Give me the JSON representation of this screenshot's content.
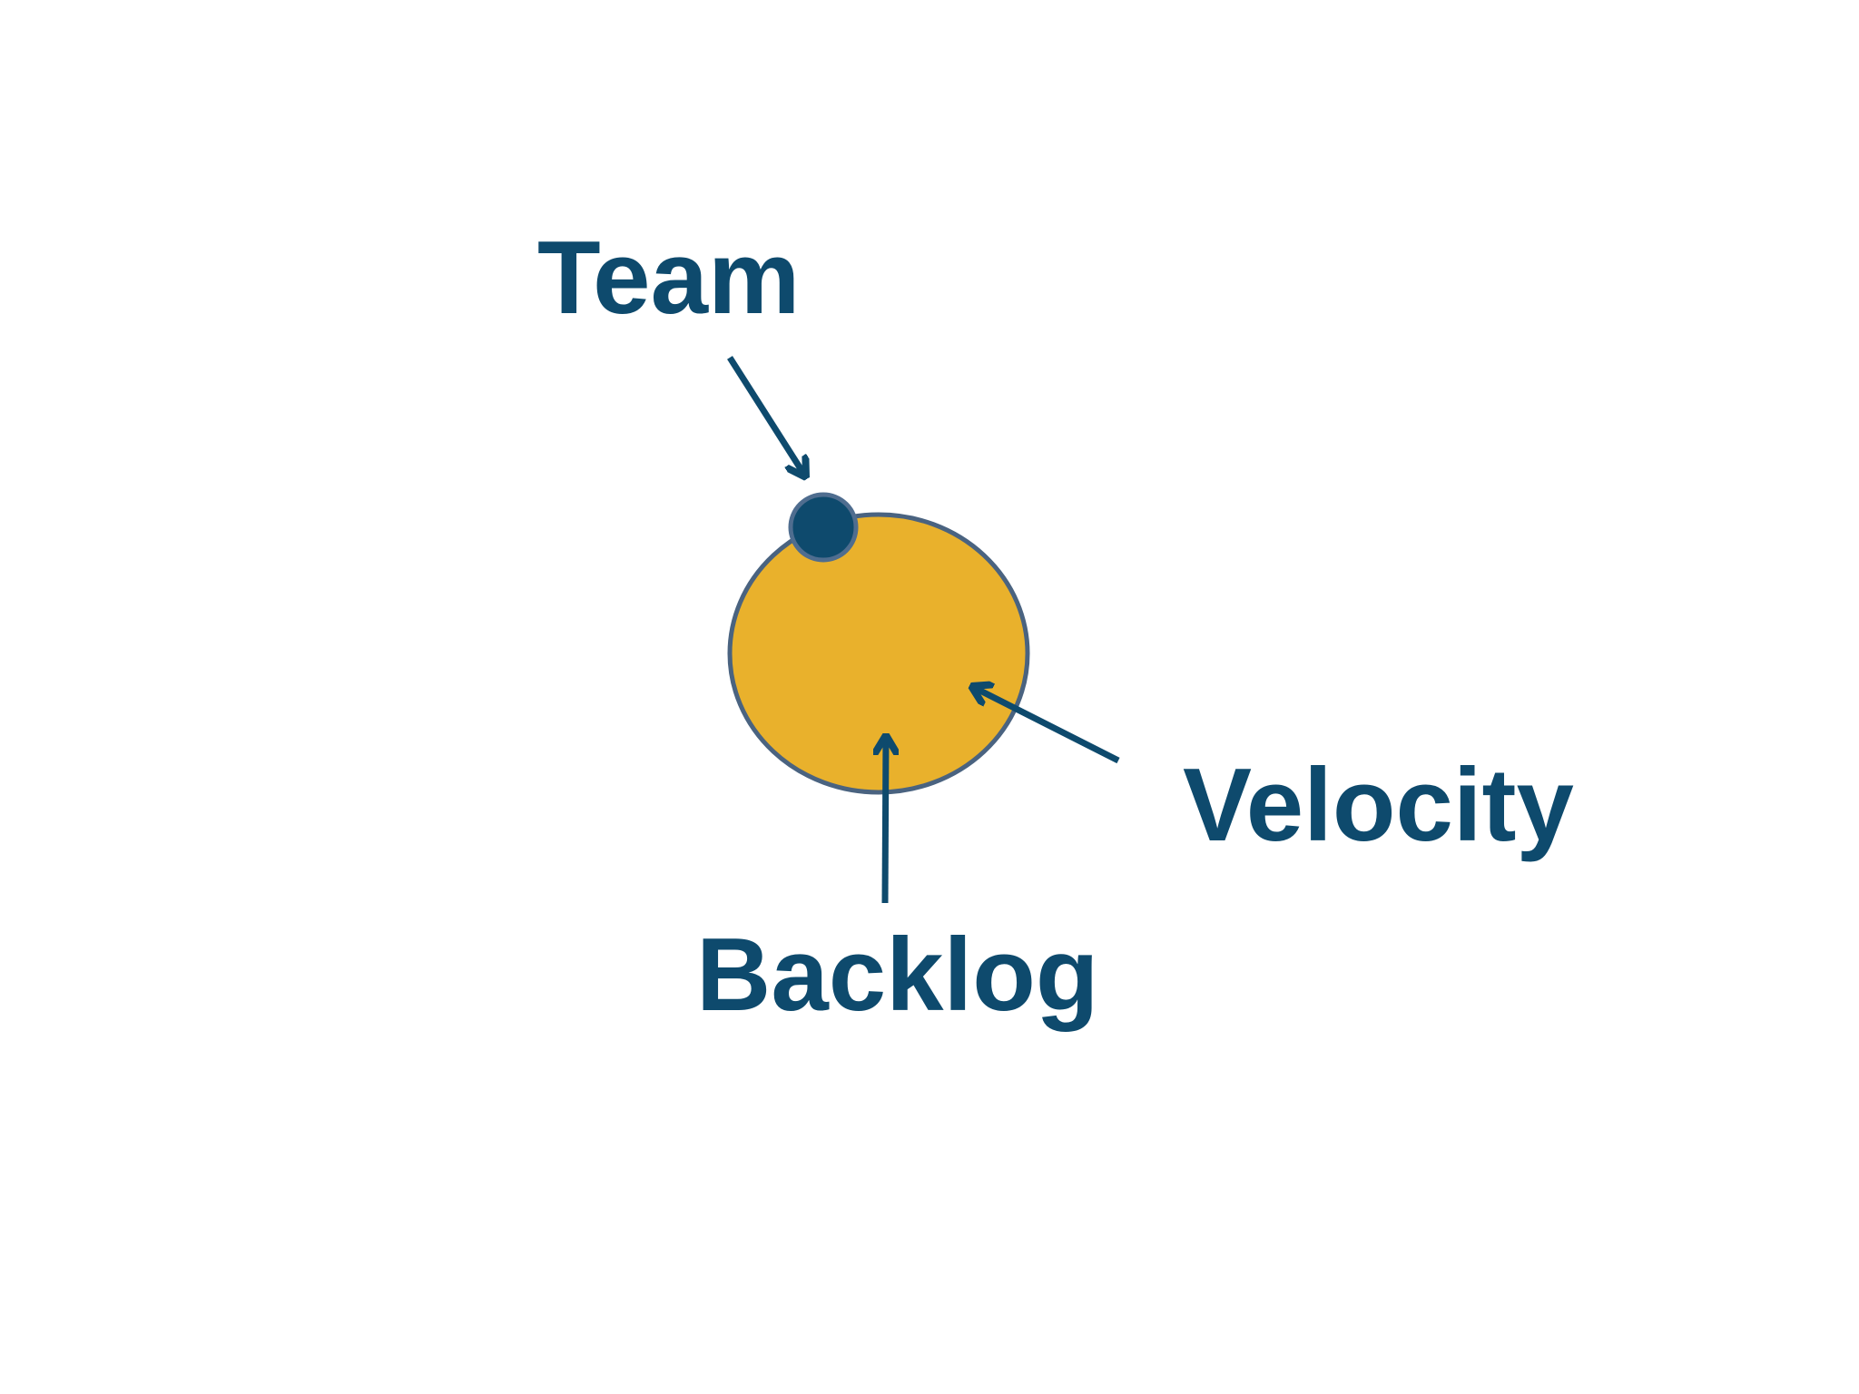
{
  "diagram": {
    "labels": {
      "team": "Team",
      "velocity": "Velocity",
      "backlog": "Backlog"
    },
    "colors": {
      "circle_fill": "#E9B12C",
      "circle_stroke": "#4A6380",
      "accent": "#0E4A6D",
      "dot_stroke": "#4F6D8F",
      "background": "#FFFFFF"
    }
  }
}
